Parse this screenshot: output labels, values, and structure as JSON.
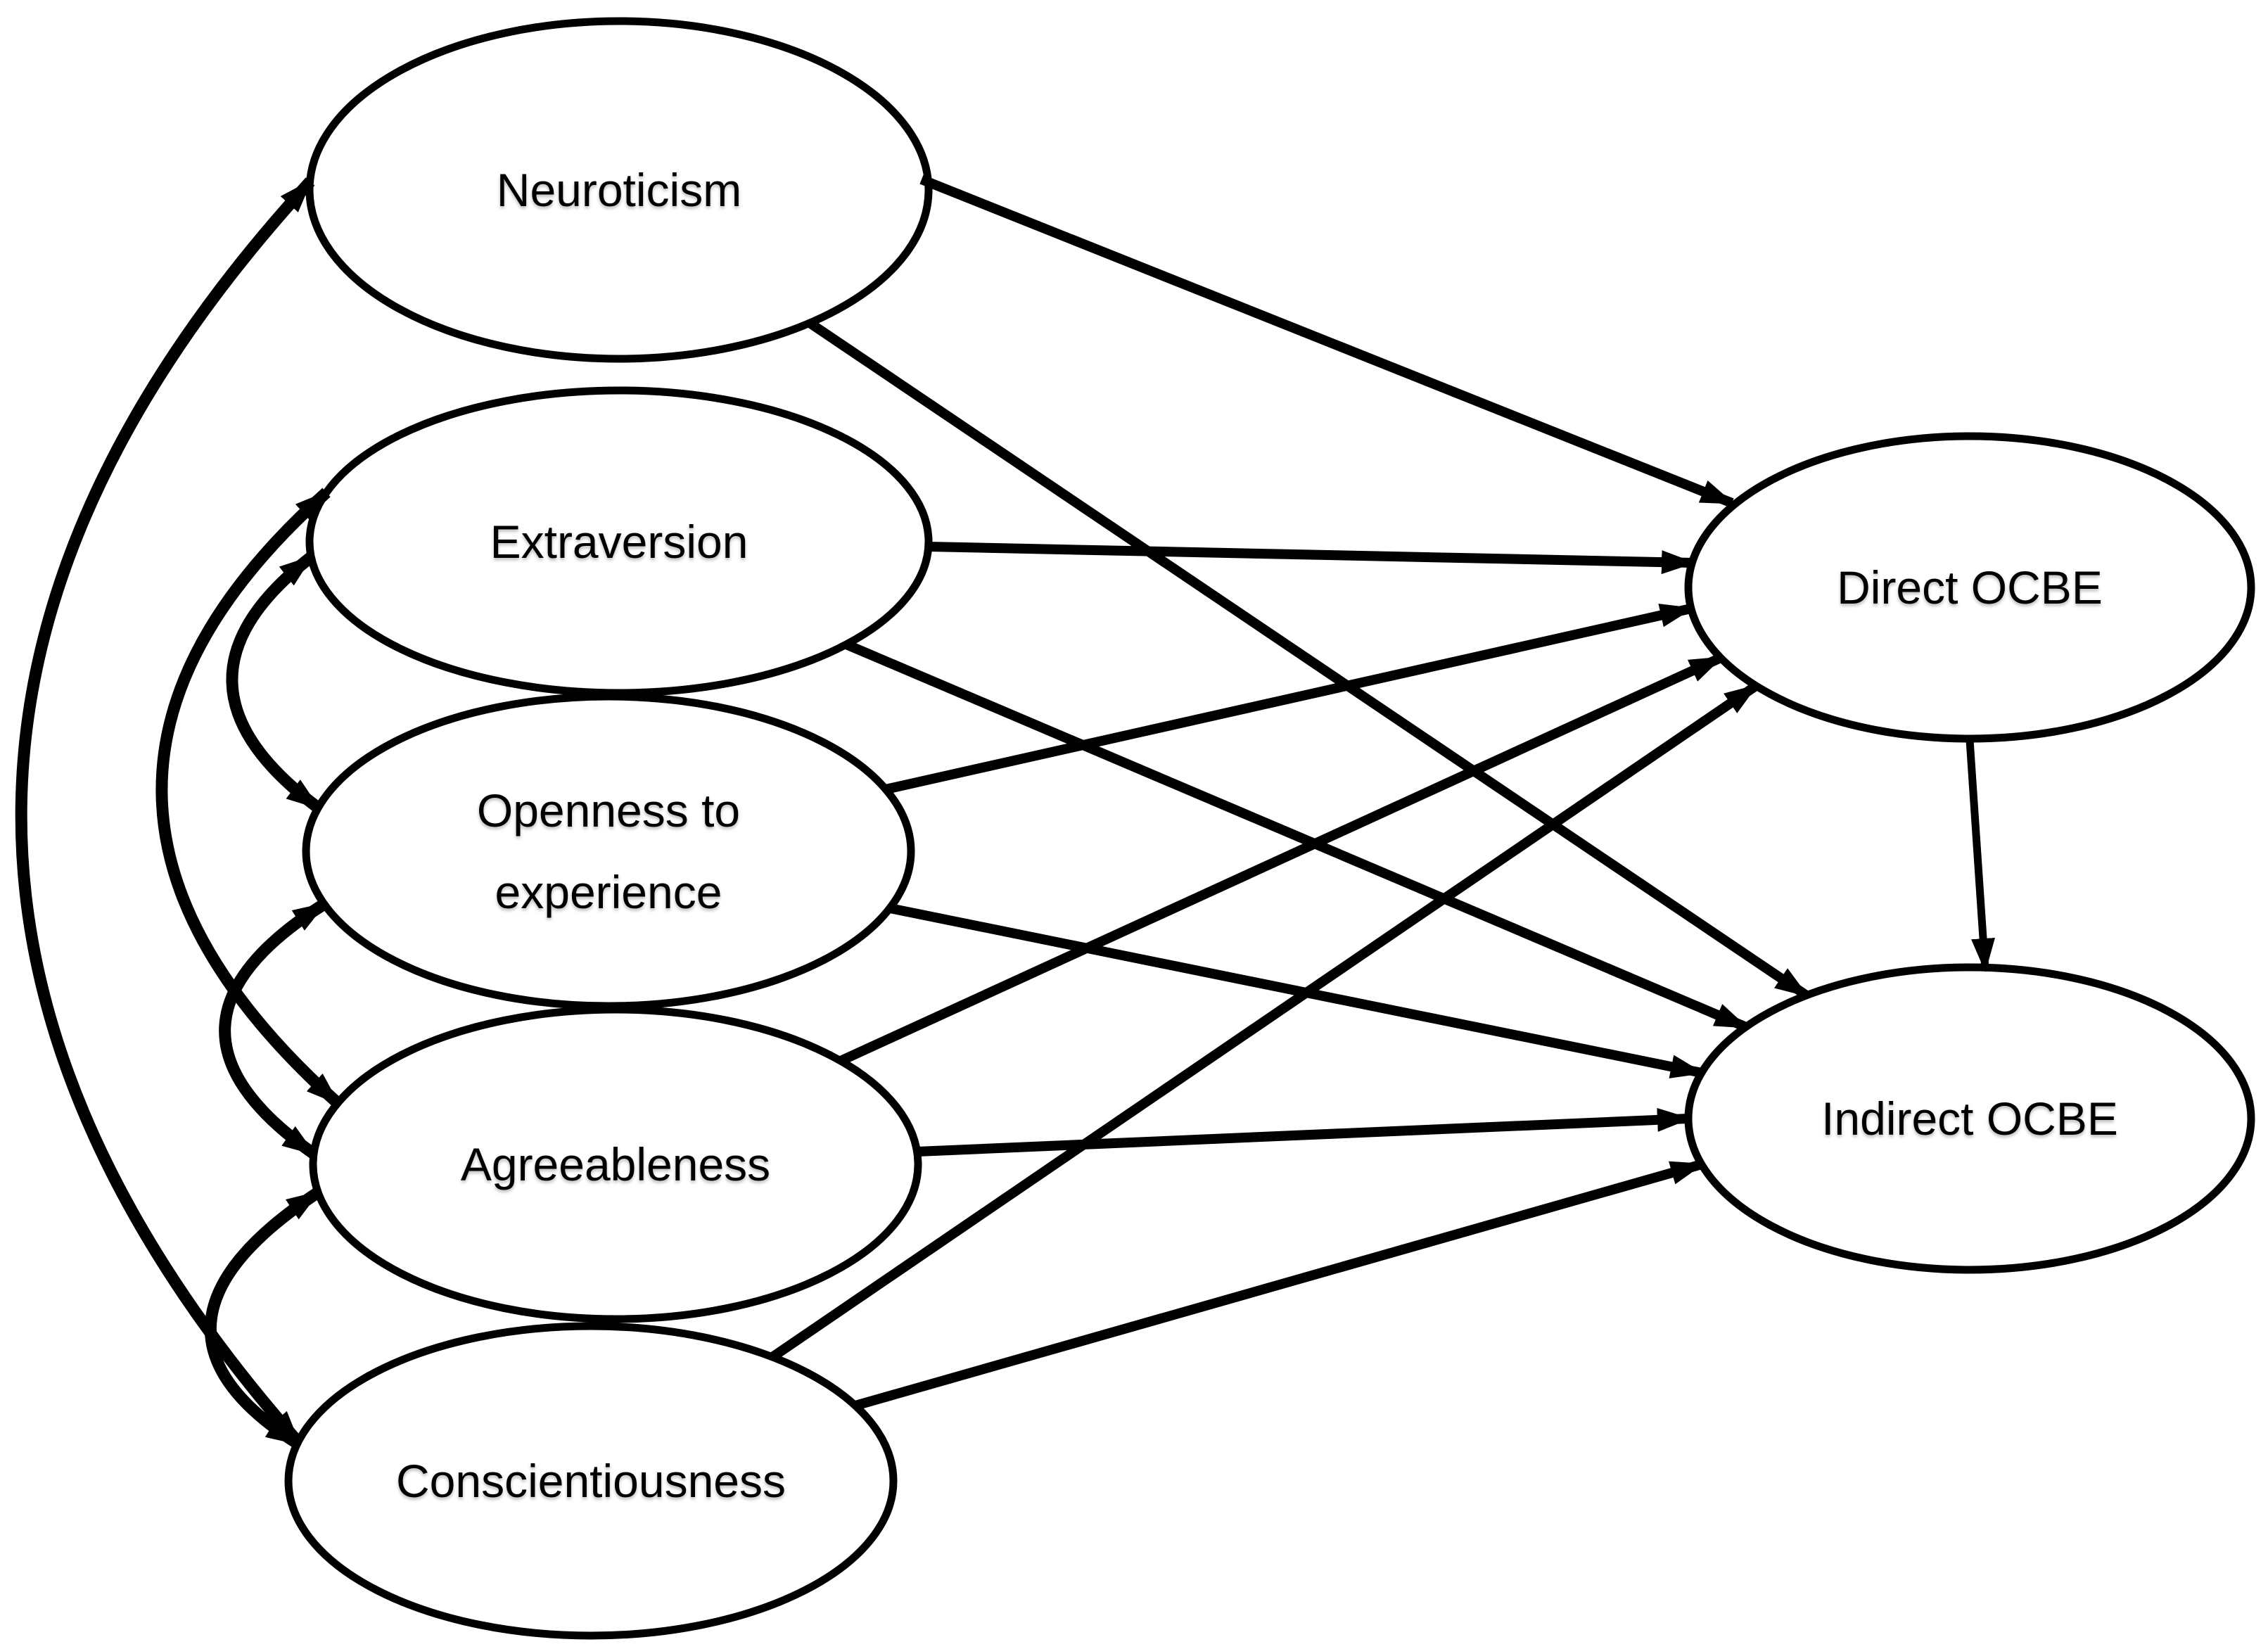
{
  "diagram": {
    "type": "path-model",
    "background_color": "#ffffff",
    "stroke_color": "#000000",
    "node_fill_color": "#ffffff",
    "nodes": {
      "neuroticism": {
        "label": "Neuroticism"
      },
      "extraversion": {
        "label": "Extraversion"
      },
      "openness": {
        "label_line1": "Openness to",
        "label_line2": "experience"
      },
      "agreeableness": {
        "label": "Agreeableness"
      },
      "conscientiousness": {
        "label": "Conscientiousness"
      },
      "direct_ocbe": {
        "label": "Direct OCBE"
      },
      "indirect_ocbe": {
        "label": "Indirect OCBE"
      }
    },
    "edges": {
      "directed": [
        {
          "from": "Neuroticism",
          "to": "Direct OCBE"
        },
        {
          "from": "Neuroticism",
          "to": "Indirect OCBE"
        },
        {
          "from": "Extraversion",
          "to": "Direct OCBE"
        },
        {
          "from": "Extraversion",
          "to": "Indirect OCBE"
        },
        {
          "from": "Openness to experience",
          "to": "Direct OCBE"
        },
        {
          "from": "Openness to experience",
          "to": "Indirect OCBE"
        },
        {
          "from": "Agreeableness",
          "to": "Direct OCBE"
        },
        {
          "from": "Agreeableness",
          "to": "Indirect OCBE"
        },
        {
          "from": "Conscientiousness",
          "to": "Direct OCBE"
        },
        {
          "from": "Conscientiousness",
          "to": "Indirect OCBE"
        },
        {
          "from": "Direct OCBE",
          "to": "Indirect OCBE"
        }
      ],
      "covariances": [
        {
          "between": [
            "Neuroticism",
            "Conscientiousness"
          ]
        },
        {
          "between": [
            "Extraversion",
            "Agreeableness"
          ]
        },
        {
          "between": [
            "Extraversion",
            "Openness to experience"
          ]
        },
        {
          "between": [
            "Openness to experience",
            "Agreeableness"
          ]
        },
        {
          "between": [
            "Agreeableness",
            "Conscientiousness"
          ]
        }
      ]
    }
  }
}
